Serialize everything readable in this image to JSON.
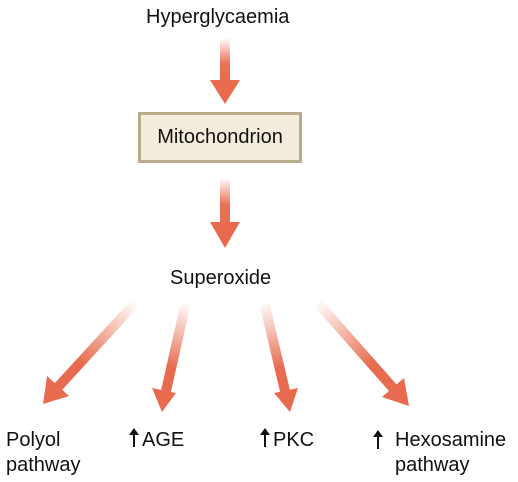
{
  "colors": {
    "arrow": "#e86b4f",
    "arrow_fade": "#ffffff",
    "box_fill": "#f4ecdd",
    "box_border": "#b9ac8a",
    "text": "#111111"
  },
  "diagram": {
    "top_label": "Hyperglycaemia",
    "box_label": "Mitochondrion",
    "middle_label": "Superoxide",
    "outcomes": [
      {
        "line1": "Polyol",
        "line2": "pathway",
        "has_up_arrow": false
      },
      {
        "line1": "AGE",
        "line2": "",
        "has_up_arrow": true
      },
      {
        "line1": "PKC",
        "line2": "",
        "has_up_arrow": true
      },
      {
        "line1": "Hexosamine",
        "line2": "pathway",
        "has_up_arrow": true
      }
    ],
    "icons": {
      "flow_arrow": "arrow-icon",
      "increase": "up-arrow-icon"
    }
  }
}
